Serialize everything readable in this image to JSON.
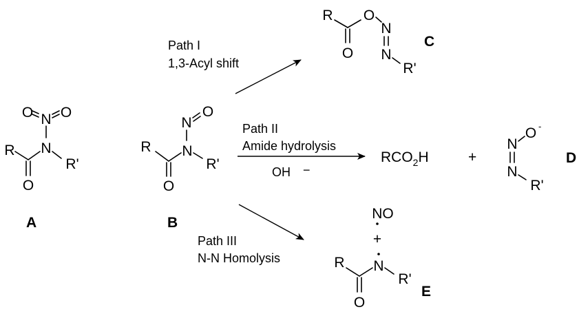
{
  "compounds": {
    "A": {
      "label": "A"
    },
    "B": {
      "label": "B"
    },
    "C": {
      "label": "C"
    },
    "D": {
      "label": "D"
    },
    "E": {
      "label": "E"
    }
  },
  "atoms": {
    "R": "R",
    "O": "O",
    "N": "N",
    "R_prime": "R'",
    "acid_main": "RCO",
    "acid_sub": "2",
    "acid_end": "H",
    "plus": "+",
    "NO": "NO",
    "anion_sup": "-"
  },
  "paths": {
    "path1": {
      "line1": "Path I",
      "line2": "1,3-Acyl shift"
    },
    "path2": {
      "line1": "Path II",
      "line2": "Amide hydrolysis",
      "reagent": "OH",
      "reagent_charge": "−"
    },
    "path3": {
      "line1": "Path III",
      "line2": "N-N Homolysis"
    }
  }
}
